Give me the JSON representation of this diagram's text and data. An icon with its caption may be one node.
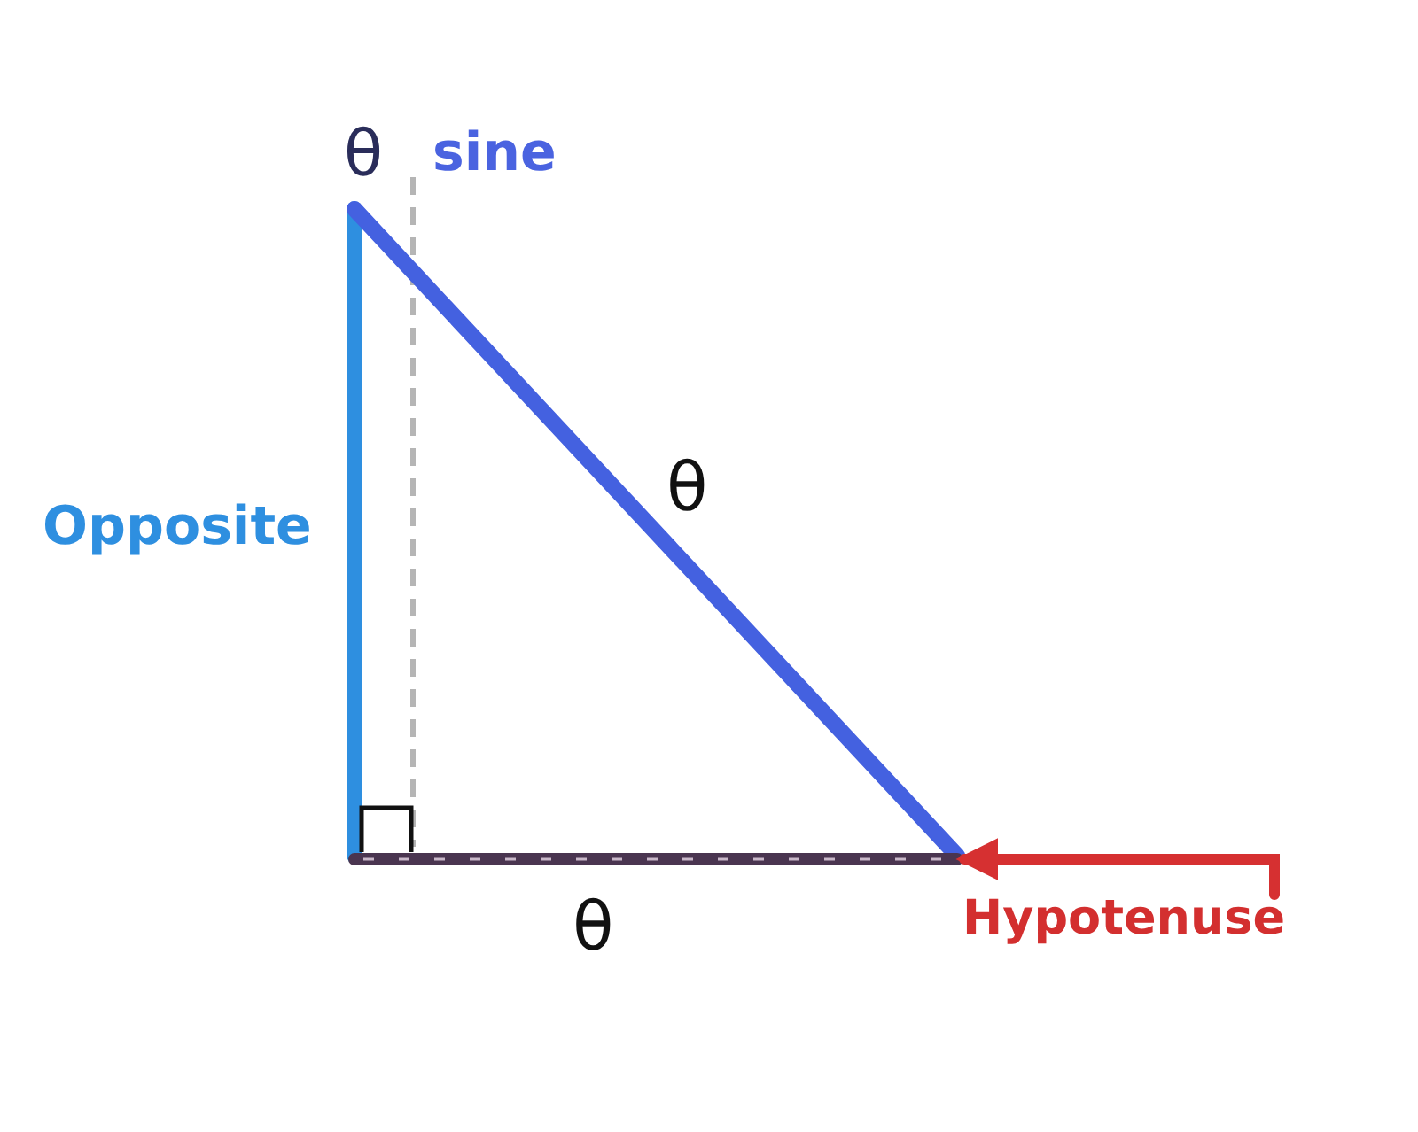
{
  "diagram": {
    "nodes": [
      {
        "text": [
          "Hypotenuse"
        ]
      },
      {
        "text": [],
        "shape": "triangle"
      }
    ],
    "edges": [
      {
        "from": 0,
        "to": 1,
        "arrow": "to",
        "color": "#d63031"
      }
    ],
    "labels": [
      "θ",
      "sine",
      "Opposite",
      "θ",
      "θ"
    ]
  }
}
